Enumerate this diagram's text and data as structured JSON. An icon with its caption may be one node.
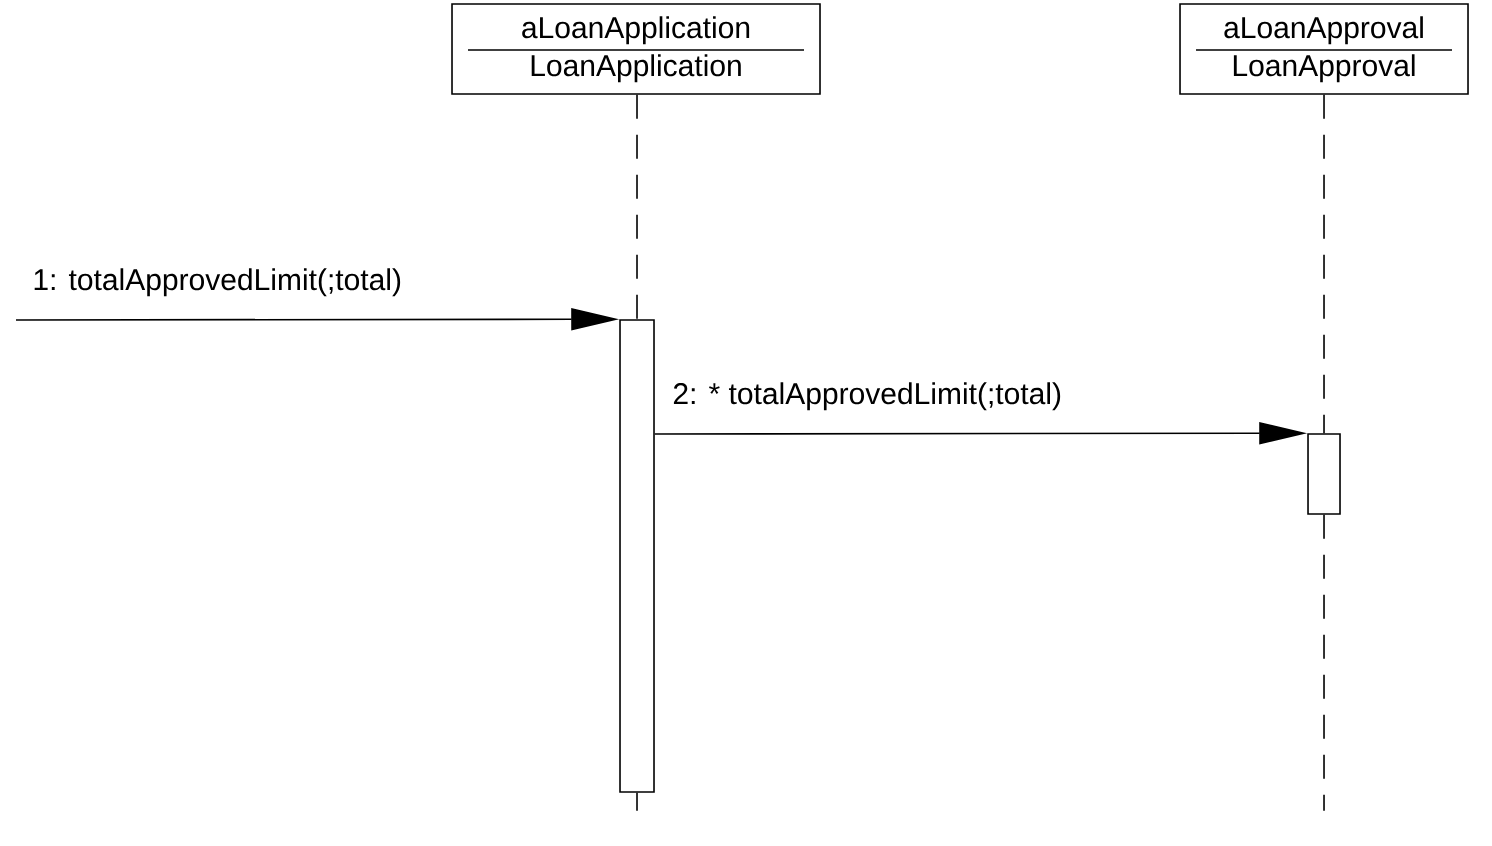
{
  "diagram": {
    "nodes": [
      {
        "text": [
          "aLoanApplication",
          "LoanApplication"
        ]
      },
      {
        "text": [
          "aLoanApproval",
          "LoanApproval"
        ]
      },
      {
        "text": [],
        "shape": "bar"
      },
      {
        "text": [],
        "shape": "bar"
      }
    ],
    "edges": [
      {
        "from": 0,
        "to": 2,
        "arrow": "none",
        "style": "dashed"
      },
      {
        "from": 1,
        "to": 3,
        "arrow": "none",
        "style": "dashed"
      },
      {
        "from": null,
        "to": 2,
        "arrow": "to",
        "label": "1: totalApprovedLimit(;total)"
      },
      {
        "from": 2,
        "to": 3,
        "arrow": "to",
        "label": "2: * totalApprovedLimit(;total)"
      }
    ]
  }
}
